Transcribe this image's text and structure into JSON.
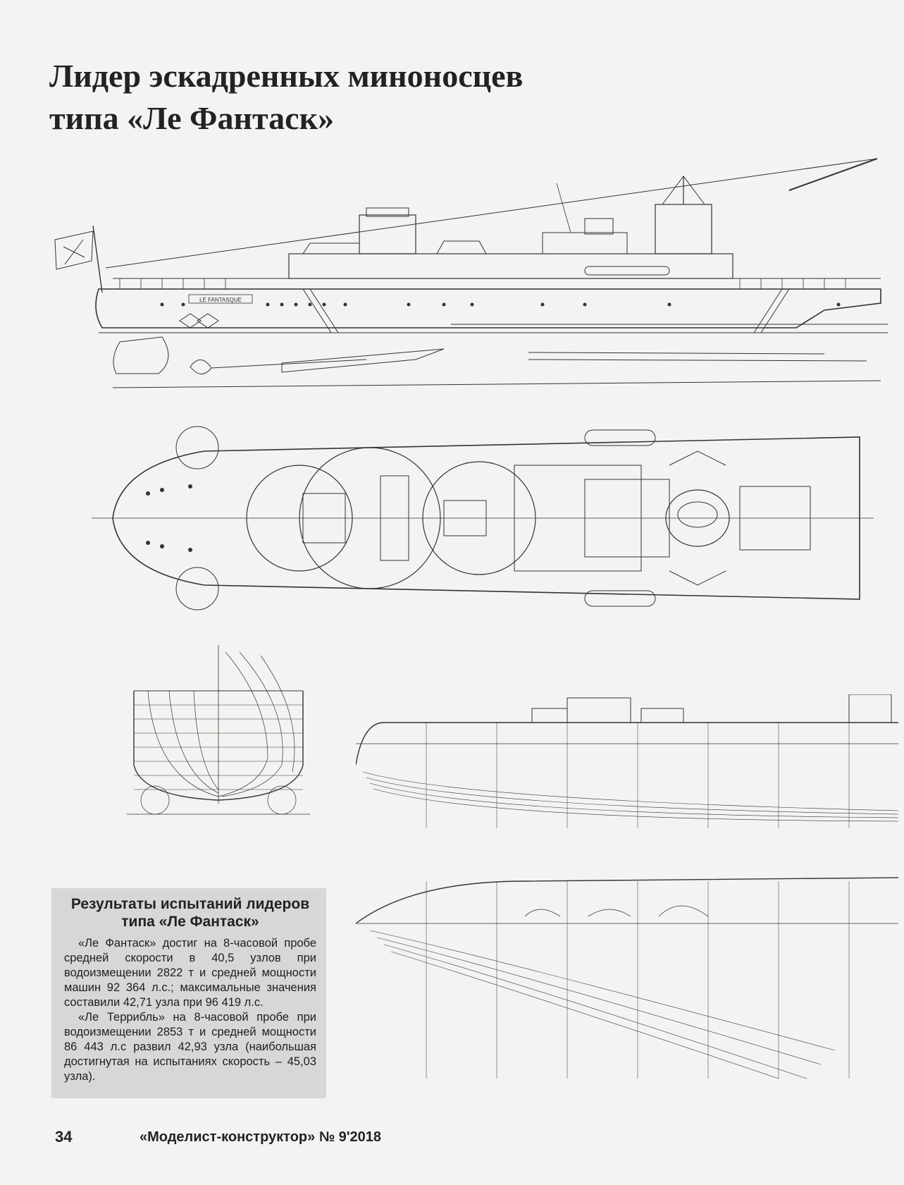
{
  "title": {
    "line1": "Лидер эскадренных миноносцев",
    "line2": "типа «Ле Фантаск»"
  },
  "hull_name_plate": "LE FANTASQUE",
  "sidebar": {
    "heading_line1": "Результаты испытаний лидеров",
    "heading_line2": "типа «Ле Фантаск»",
    "paragraph1": "«Ле Фантаск» достиг на 8-часовой пробе средней скорости в 40,5 узлов при водоизмещении 2822 т и средней мощности машин 92 364 л.с.; максимальные значения составили 42,71 узла при 96 419 л.с.",
    "paragraph2": "«Ле Террибль» на 8-часовой пробе при водоизмещении 2853 т и средней мощности 86 443 л.с развил 42,93 узла (наибольшая достигнутая на испытаниях скорость – 45,03 узла)."
  },
  "footer": {
    "page_number": "34",
    "magazine": "«Моделист-конструктор» № 9'2018"
  }
}
